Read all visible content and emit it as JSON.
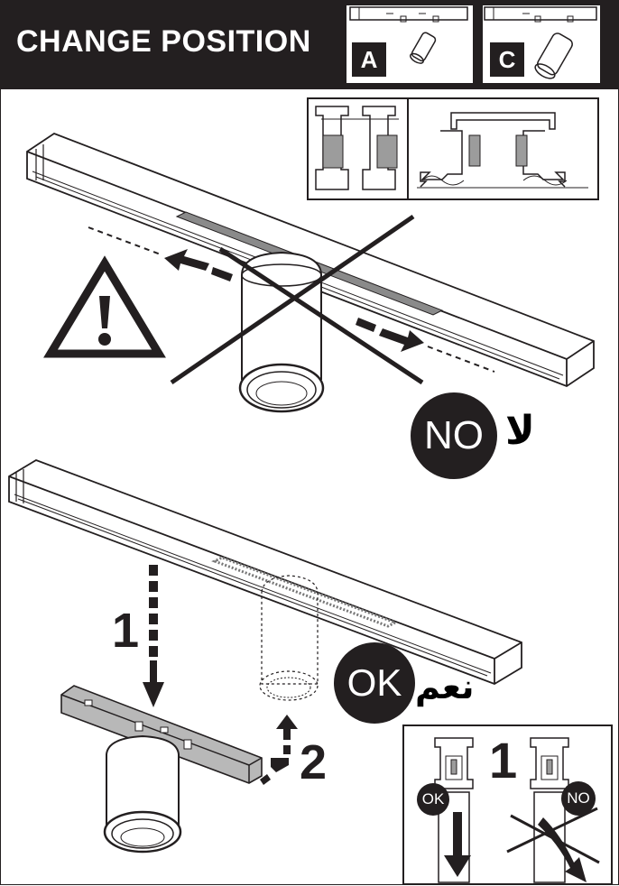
{
  "header": {
    "title": "CHANGE  POSITION",
    "badge_a": "A",
    "badge_c": "C"
  },
  "step1": {
    "no_label": "NO",
    "no_label_ar": "لا"
  },
  "step2": {
    "step1_num": "1",
    "step2_num": "2",
    "ok_label": "OK",
    "ok_label_ar": "نعم"
  },
  "inset": {
    "step_num": "1",
    "ok_label": "OK",
    "no_label": "NO"
  },
  "colors": {
    "ink": "#231f20",
    "gray_fill": "#9c9c9c"
  }
}
